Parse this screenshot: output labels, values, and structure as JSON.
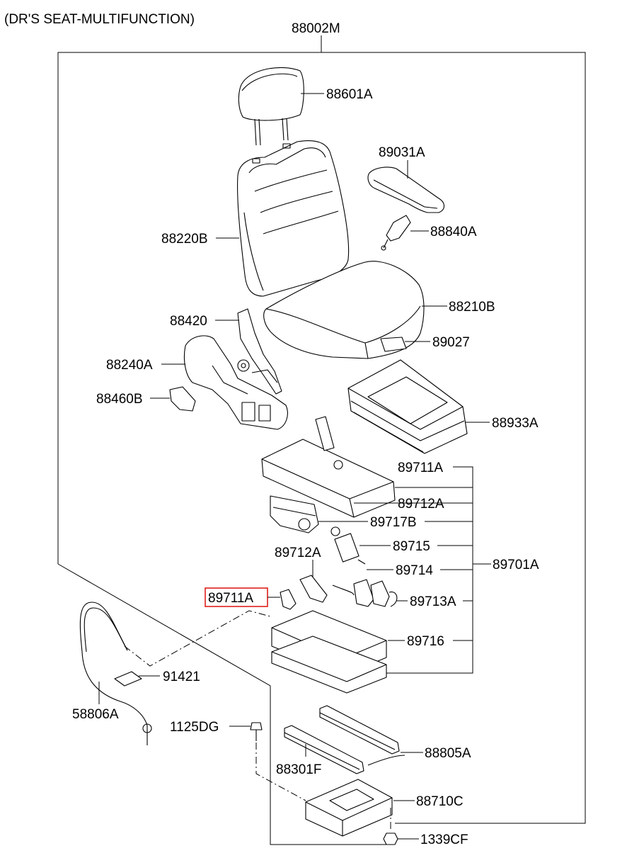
{
  "title": "(DR'S SEAT-MULTIFUNCTION)",
  "assembly_code": "88002M",
  "highlight_color": "#e0201b",
  "parts": {
    "headrest": "88601A",
    "side_cover": "89031A",
    "buckle": "88840A",
    "back": "88220B",
    "cushion": "88210B",
    "recliner": "88420",
    "switch": "89027",
    "shield": "88240A",
    "knob": "88460B",
    "pan": "88933A",
    "frame_upper": "89711A",
    "link_a": "89712A",
    "motor_pack": "89717B",
    "actuator": "89715",
    "bracket": "89714",
    "frame_assy": "89701A",
    "link_b": "89712A",
    "frame_highlight": "89711A",
    "gear": "89713A",
    "base_frame": "89716",
    "label_tag": "91421",
    "cable": "58806A",
    "bolt": "1125DG",
    "rail_r": "88805A",
    "rail_l": "88301F",
    "plate": "88710C",
    "nut": "1339CF"
  }
}
